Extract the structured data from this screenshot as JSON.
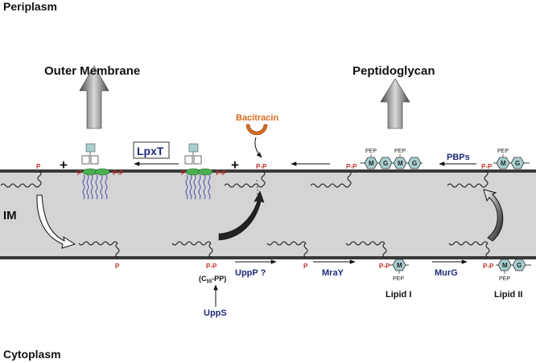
{
  "compartments": {
    "periplasm": "Periplasm",
    "inner_membrane": "IM",
    "cytoplasm": "Cytoplasm"
  },
  "destinations": {
    "outer_membrane": "Outer Membrane",
    "peptidoglycan": "Peptidoglycan"
  },
  "enzymes": {
    "lpxt": "LpxT",
    "bacitracin": "Bacitracin",
    "pbps": "PBPs",
    "uppp": "UppP ?",
    "mray": "MraY",
    "murg": "MurG",
    "upps": "UppS"
  },
  "intermediates": {
    "lipid_i": "Lipid I",
    "lipid_ii": "Lipid II",
    "c55pp_prefix": "(C",
    "c55pp_sub": "55",
    "c55pp_suffix": "-PP)"
  },
  "symbols": {
    "plus": "+",
    "phosphate": "P",
    "pyrophosphate": "P-P",
    "pep": "PEP",
    "murnac": "M",
    "glcnac": "G"
  },
  "colors": {
    "membrane_fill": "#d4d4d4",
    "membrane_line": "#3a3a3a",
    "phosphate_red": "#c0312a",
    "enzyme_navy": "#1f2a7a",
    "bacitracin_orange": "#d96a1e",
    "sugar_teal": "#a7cfd0",
    "lipid_a_green": "#4caf50",
    "fatty_chain_blue": "#3a3fa8"
  }
}
